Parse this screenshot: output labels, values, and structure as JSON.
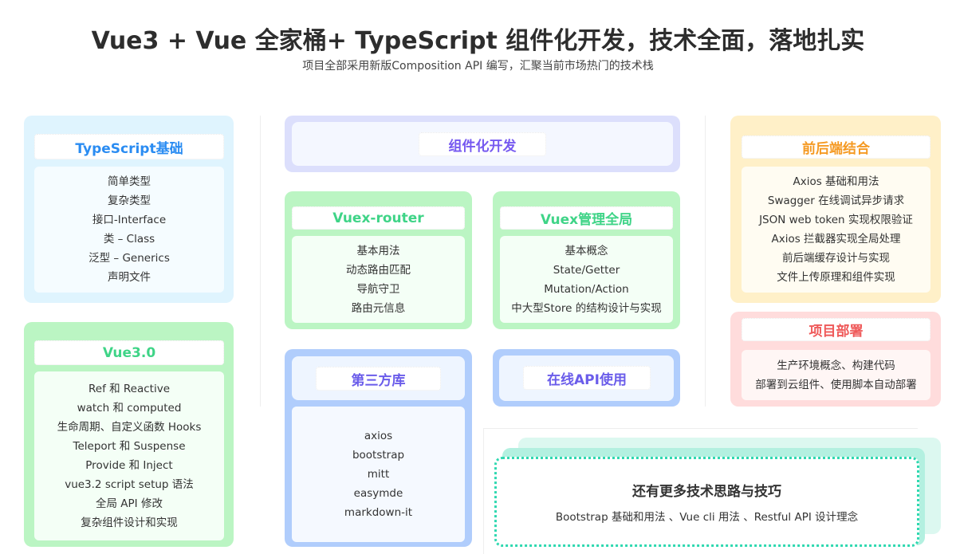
{
  "header": {
    "title": "Vue3 + Vue 全家桶+ TypeScript 组件化开发，技术全面，落地扎实",
    "subtitle": "项目全部采用新版Composition API 编写，汇聚当前市场热门的技术栈"
  },
  "typescript": {
    "title": "TypeScript基础",
    "items": [
      "简单类型",
      "复杂类型",
      "接口-Interface",
      "类 – Class",
      "泛型 – Generics",
      "声明文件"
    ]
  },
  "vue3": {
    "title": "Vue3.0",
    "items": [
      "Ref 和 Reactive",
      "watch 和 computed",
      "生命周期、自定义函数 Hooks",
      "Teleport 和 Suspense",
      "Provide 和 Inject",
      "vue3.2 script setup 语法",
      "全局 API 修改",
      "复杂组件设计和实现"
    ]
  },
  "component": {
    "title": "组件化开发"
  },
  "router": {
    "title": "Vuex-router",
    "items": [
      "基本用法",
      "动态路由匹配",
      "导航守卫",
      "路由元信息"
    ]
  },
  "vuex": {
    "title": "Vuex管理全局",
    "items": [
      "基本概念",
      "State/Getter",
      "Mutation/Action",
      "中大型Store 的结构设计与实现"
    ]
  },
  "thirdparty": {
    "title": "第三方库",
    "items": [
      "axios",
      "bootstrap",
      "mitt",
      "easymde",
      "markdown-it"
    ]
  },
  "api": {
    "title": "在线API使用"
  },
  "fullstack": {
    "title": "前后端结合",
    "items": [
      "Axios 基础和用法",
      "Swagger 在线调试异步请求",
      "JSON web token 实现权限验证",
      "Axios 拦截器实现全局处理",
      "前后端缓存设计与实现",
      "文件上传原理和组件实现"
    ]
  },
  "deploy": {
    "title": "项目部署",
    "items": [
      "生产环境概念、构建代码",
      "部署到云组件、使用脚本自动部署"
    ]
  },
  "more": {
    "title": "还有更多技术思路与技巧",
    "desc": "Bootstrap 基础和用法 、Vue cli 用法 、Restful API 设计理念"
  }
}
